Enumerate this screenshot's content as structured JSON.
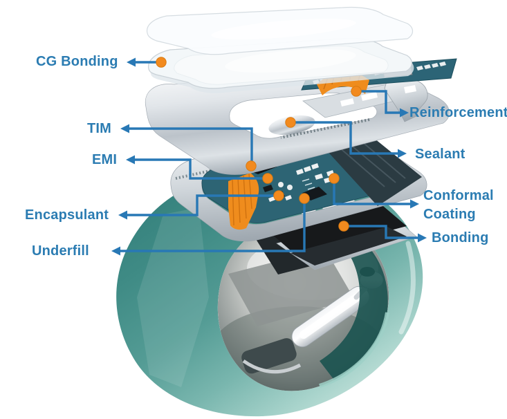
{
  "figure": {
    "kind": "exploded-view-diagram",
    "colors": {
      "label_text": "#2b7cb2",
      "leader_line": "#2878b5",
      "marker_dot": "#f28a1e",
      "band_teal": "#4f968f",
      "pcb_teal": "#2d6474",
      "metal_silver": "#c9d0d6"
    },
    "parts": [
      "cover-glass-top",
      "cover-glass-adhesive-layer",
      "sensor-pcb-strip",
      "flex-connector",
      "metal-top-frame",
      "inner-frame",
      "main-pcb",
      "chip-components",
      "bottom-sensor-module",
      "watch-band",
      "battery-module"
    ]
  },
  "annotations": [
    {
      "id": "cg-bonding",
      "text": "CG Bonding",
      "side": "left"
    },
    {
      "id": "tim",
      "text": "TIM",
      "side": "left"
    },
    {
      "id": "emi",
      "text": "EMI",
      "side": "left"
    },
    {
      "id": "encapsulant",
      "text": "Encapsulant",
      "side": "left"
    },
    {
      "id": "underfill",
      "text": "Underfill",
      "side": "left"
    },
    {
      "id": "reinforcement",
      "text": "Reinforcement",
      "side": "right"
    },
    {
      "id": "sealant",
      "text": "Sealant",
      "side": "right"
    },
    {
      "id": "conformal-coating",
      "text": "Conformal Coating",
      "side": "right"
    },
    {
      "id": "bonding",
      "text": "Bonding",
      "side": "right"
    }
  ]
}
